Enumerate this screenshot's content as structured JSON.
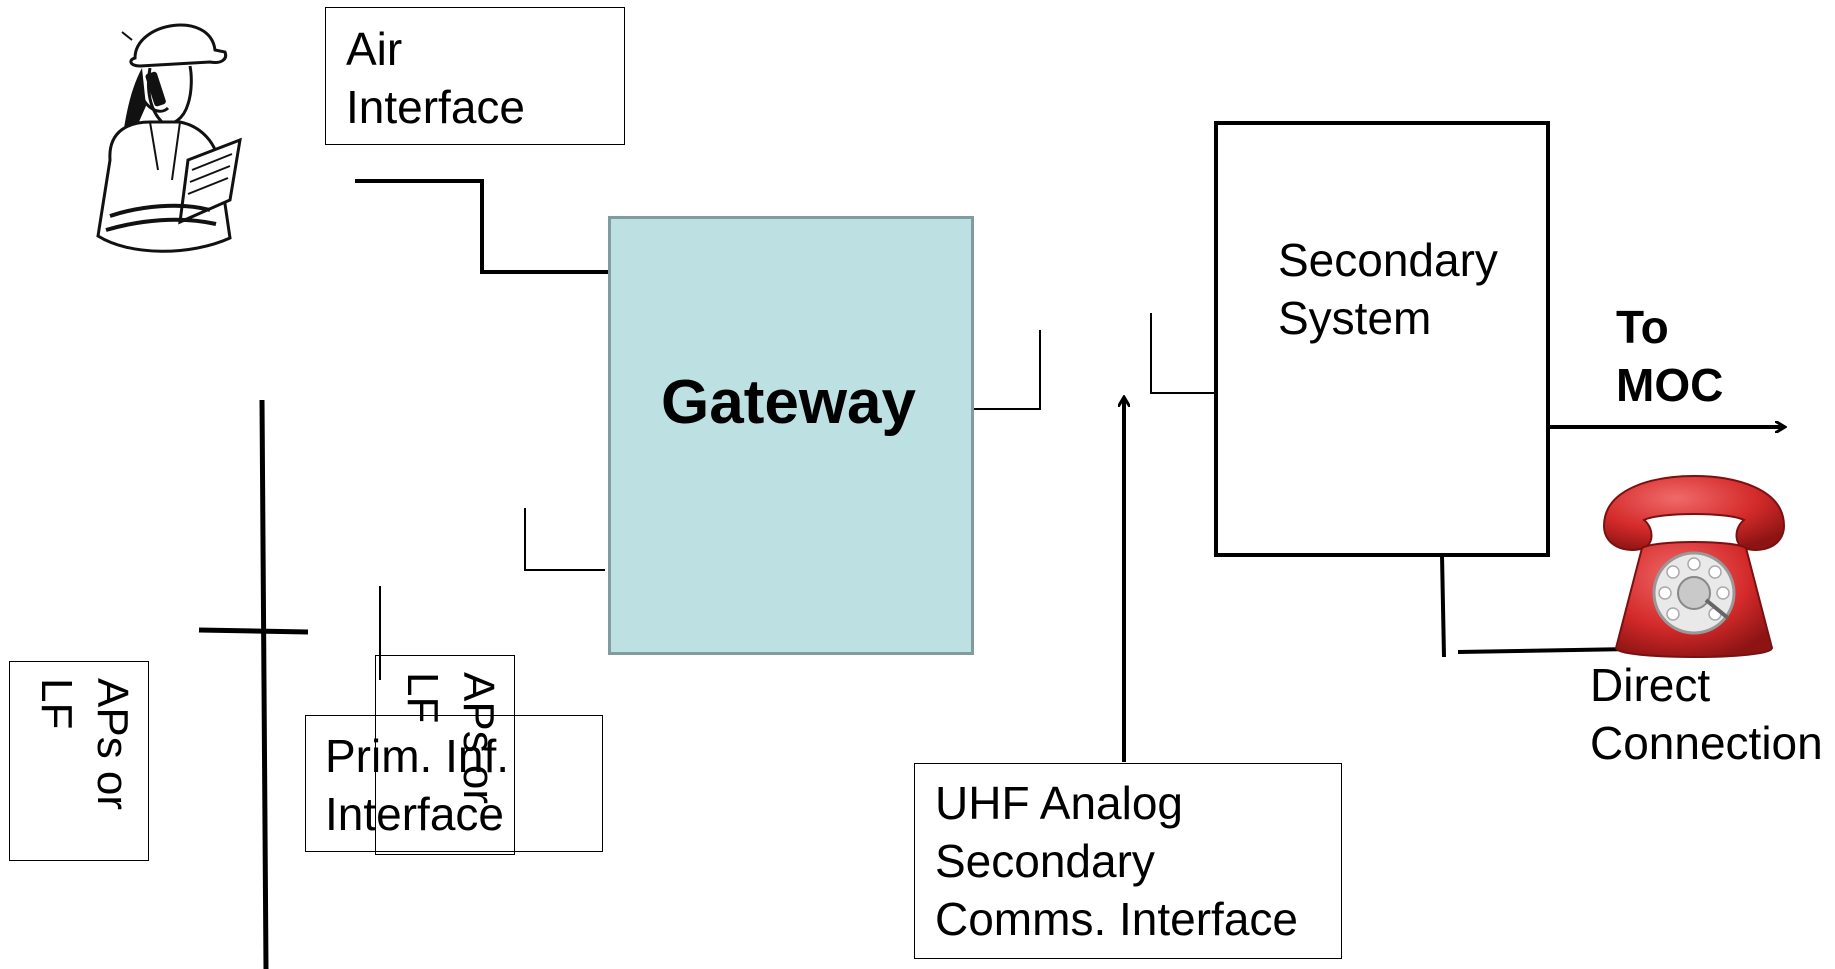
{
  "diagram": {
    "air_interface": [
      "Air",
      "Interface"
    ],
    "gateway": "Gateway",
    "secondary_system": [
      "Secondary",
      "System"
    ],
    "to_moc": [
      "To",
      "MOC"
    ],
    "direct_connection": [
      "Direct",
      "Connection"
    ],
    "uhf_interface": [
      "UHF Analog",
      "Secondary",
      "Comms. Interface"
    ],
    "prim_interface": [
      "Prim. Inf.",
      "Interface"
    ],
    "aps_left": [
      "APs or",
      "LF"
    ],
    "aps_mid": [
      "APs or",
      "LF"
    ]
  },
  "colors": {
    "gateway_fill": "#bde0e3",
    "gateway_border": "#7f9c9f",
    "phone_red": "#d42a2a",
    "line": "#000000"
  },
  "icons": [
    "worker-with-phone-icon",
    "red-rotary-telephone-icon"
  ]
}
